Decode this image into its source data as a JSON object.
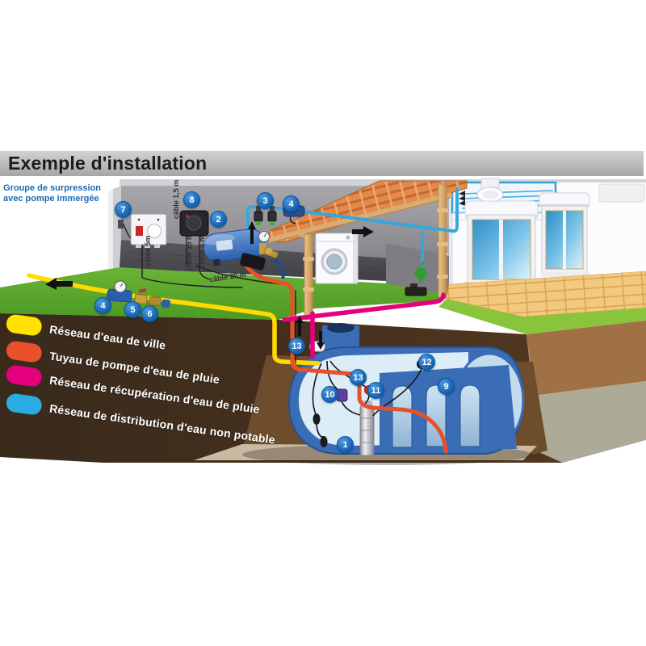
{
  "title": "Exemple d'installation",
  "subtitle": {
    "line1": "Groupe de surpression",
    "line2": "avec pompe immergée"
  },
  "legend": {
    "items": [
      {
        "label": "Réseau d'eau de ville",
        "color": "#ffe200"
      },
      {
        "label": "Tuyau de pompe d'eau de pluie",
        "color": "#e8512b"
      },
      {
        "label": "Réseau de récupération d'eau de pluie",
        "color": "#e4007c"
      },
      {
        "label": "Réseau de distribution d'eau non potable",
        "color": "#2aabe2"
      }
    ]
  },
  "cable_labels": {
    "c5": "câble 5m",
    "c15": "câble 15 m",
    "c3": "câble 3 m",
    "c1_5": "câble 1,5 m",
    "c20": "câble 20 m"
  },
  "markers": [
    {
      "n": "1"
    },
    {
      "n": "2"
    },
    {
      "n": "3"
    },
    {
      "n": "4"
    },
    {
      "n": "4"
    },
    {
      "n": "5"
    },
    {
      "n": "6"
    },
    {
      "n": "7"
    },
    {
      "n": "8"
    },
    {
      "n": "9"
    },
    {
      "n": "10"
    },
    {
      "n": "11"
    },
    {
      "n": "12"
    },
    {
      "n": "13"
    },
    {
      "n": "13"
    }
  ],
  "colors": {
    "marker_blue": "#1565b8",
    "pipe_city_water": "#ffd900",
    "pipe_pump": "#e8502a",
    "pipe_recovery": "#e5007d",
    "pipe_distribution": "#35a8de",
    "heading_blue": "#1b6bb5"
  }
}
